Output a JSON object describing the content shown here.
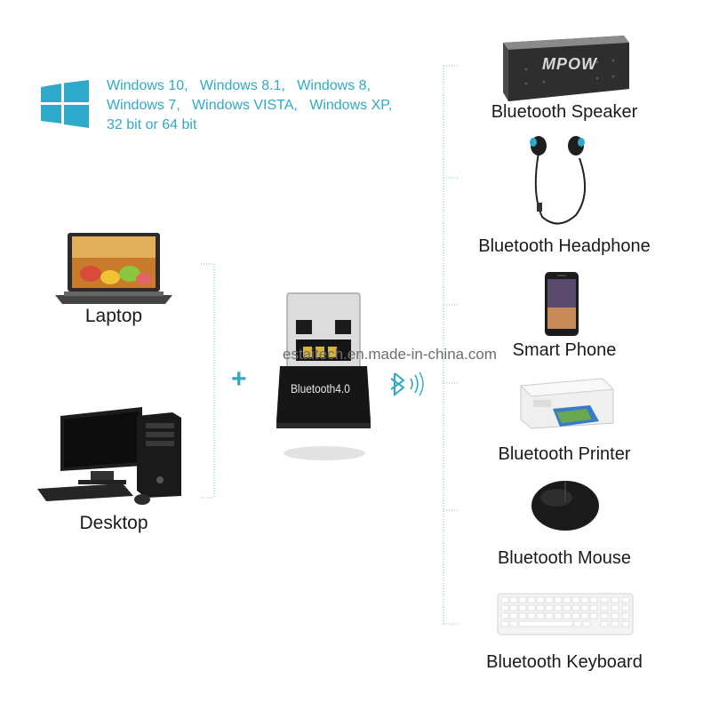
{
  "compatibility": {
    "os_lines": [
      "Windows 10,   Windows 8.1,   Windows 8,",
      "Windows 7,   Windows VISTA,   Windows XP,",
      "32 bit or 64 bit"
    ],
    "accent_color": "#2fa9c9"
  },
  "hosts": {
    "laptop_label": "Laptop",
    "desktop_label": "Desktop"
  },
  "adapter": {
    "label": "Bluetooth4.0",
    "watermark": "estaitech.en.made-in-china.com"
  },
  "devices": {
    "speaker_label": "Bluetooth Speaker",
    "speaker_brand": "MPOW",
    "headphone_label": "Bluetooth Headphone",
    "phone_label": "Smart Phone",
    "printer_label": "Bluetooth Printer",
    "mouse_label": "Bluetooth Mouse",
    "keyboard_label": "Bluetooth Keyboard"
  },
  "icons": [
    "windows-logo-icon",
    "laptop-icon",
    "desktop-icon",
    "usb-dongle-icon",
    "bluetooth-signal-icon",
    "speaker-icon",
    "headphone-icon",
    "phone-icon",
    "printer-icon",
    "mouse-icon",
    "keyboard-icon"
  ]
}
